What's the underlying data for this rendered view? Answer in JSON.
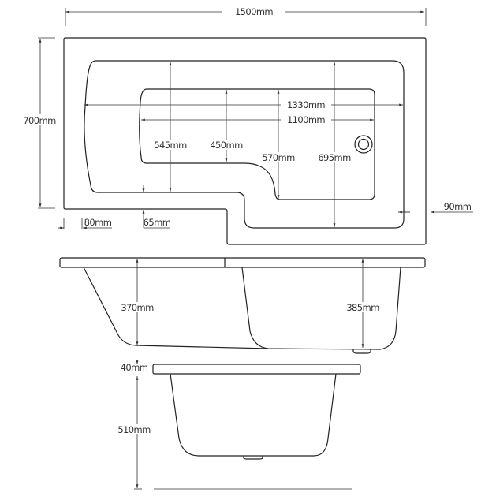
{
  "title": "L-shaped shower bath technical drawing",
  "plan_view": {
    "overall_length": "1500mm",
    "overall_width": "700mm",
    "inner_length": "1330mm",
    "floor_length": "1100mm",
    "inner_width_left": "545mm",
    "floor_width_left": "450mm",
    "floor_width_right": "570mm",
    "inner_width_right": "695mm",
    "rim_right": "90mm",
    "rim_left": "80mm",
    "rim_front": "65mm"
  },
  "side_view": {
    "depth_left": "370mm",
    "depth_right": "385mm"
  },
  "end_view": {
    "rim_thickness": "40mm",
    "total_height": "510mm"
  }
}
